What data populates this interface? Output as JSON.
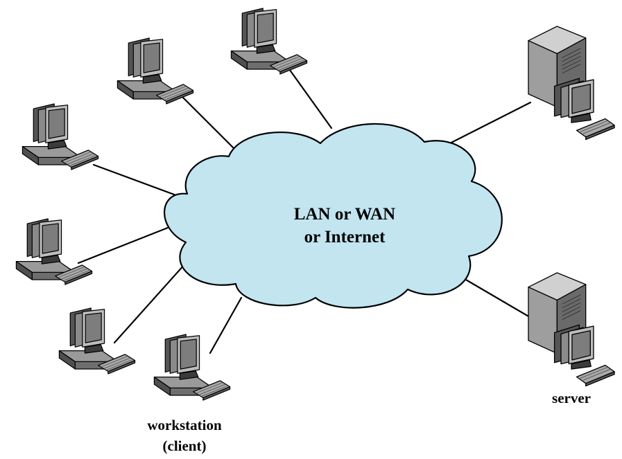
{
  "network": {
    "label_line1": "LAN or WAN",
    "label_line2": "or Internet",
    "fill_color": "#c2e5f0"
  },
  "workstation_caption": {
    "line1": "workstation",
    "line2": "(client)"
  },
  "server_caption": "server",
  "icons": {
    "workstation": "desktop-computer-icon",
    "server": "tower-server-icon"
  }
}
